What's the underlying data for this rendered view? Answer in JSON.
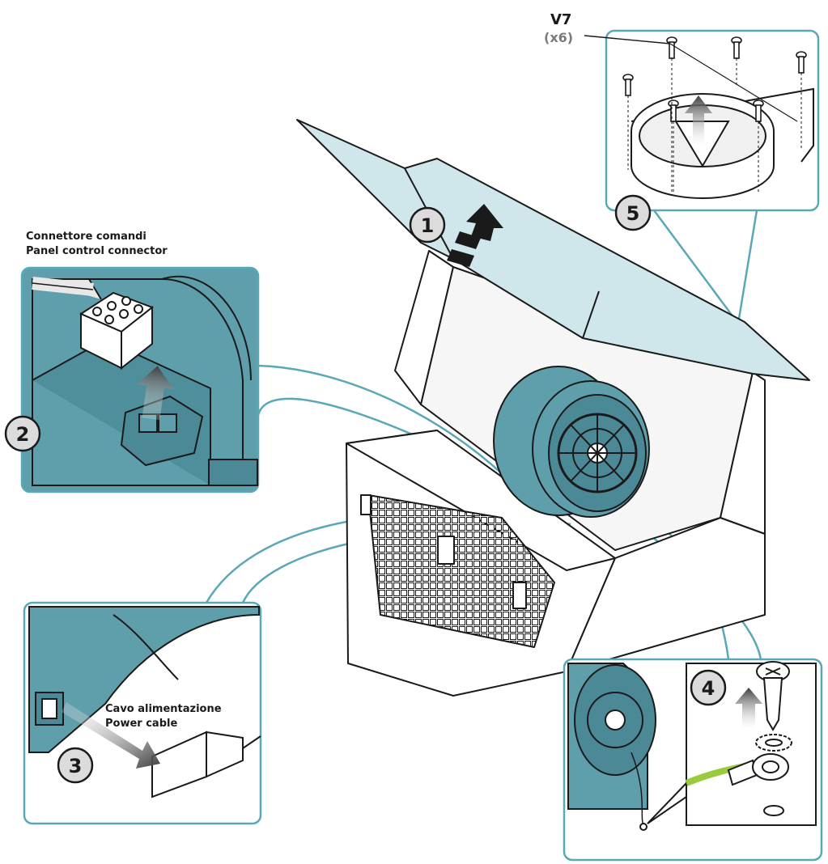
{
  "colors": {
    "callout_border": "#5aa8b6",
    "part_fill": "#5f9fac",
    "panel_fill": "#cfe6ea",
    "earth_wire": "#9acb3c",
    "line": "#1a1a1a"
  },
  "screw_callout": {
    "code": "V7",
    "qty": "(x6)"
  },
  "steps": [
    {
      "number": "1"
    },
    {
      "number": "2"
    },
    {
      "number": "3"
    },
    {
      "number": "4"
    },
    {
      "number": "5"
    }
  ],
  "labels": {
    "control_connector_it": "Connettore comandi",
    "control_connector_en": "Panel control connector",
    "power_cable_it": "Cavo alimentazione",
    "power_cable_en": "Power cable"
  },
  "icons": [
    "arrow-up-icon",
    "arrow-diagonal-icon",
    "screw-icon",
    "toothed-washer-icon",
    "ring-terminal-icon"
  ]
}
